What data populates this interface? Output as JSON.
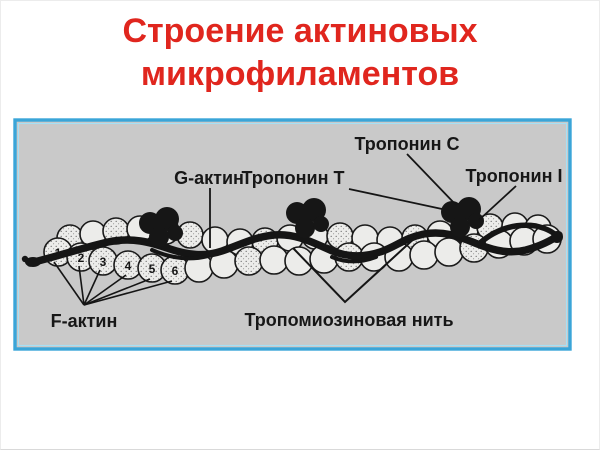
{
  "slide": {
    "title_lines": [
      "Строение актиновых",
      "микрофиламентов"
    ],
    "title_color": "#e0261e"
  },
  "figure": {
    "panel_bg": "#c9c9c9",
    "border_color": "#3aa5d8",
    "ink_color": "#171717",
    "labels": {
      "troponin_c": "Тропонин C",
      "troponin_t": "Тропонин Т",
      "troponin_i": "Тропонин I",
      "g_actin": "G-актин",
      "f_actin": "F-актин",
      "tropomyosin": "Тропомиозиновая нить"
    },
    "bead_numbers": [
      "1",
      "2",
      "3",
      "4",
      "5",
      "6"
    ]
  }
}
